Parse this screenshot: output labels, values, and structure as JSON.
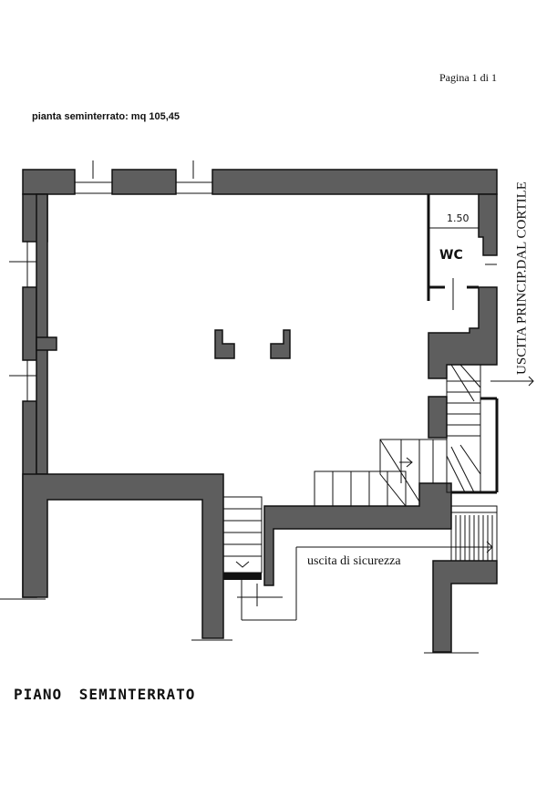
{
  "header": {
    "page_label": "Pagina 1 di 1"
  },
  "plan": {
    "area_label": "pianta seminterrato: mq 105,45",
    "main_exit_label": "USCITA PRINCIP.DAL CORTILE",
    "emergency_exit_label": "uscita di sicurezza",
    "wc_label": "WC",
    "dimension_label": "1.50",
    "title": "PIANO SEMINTERRATO"
  }
}
